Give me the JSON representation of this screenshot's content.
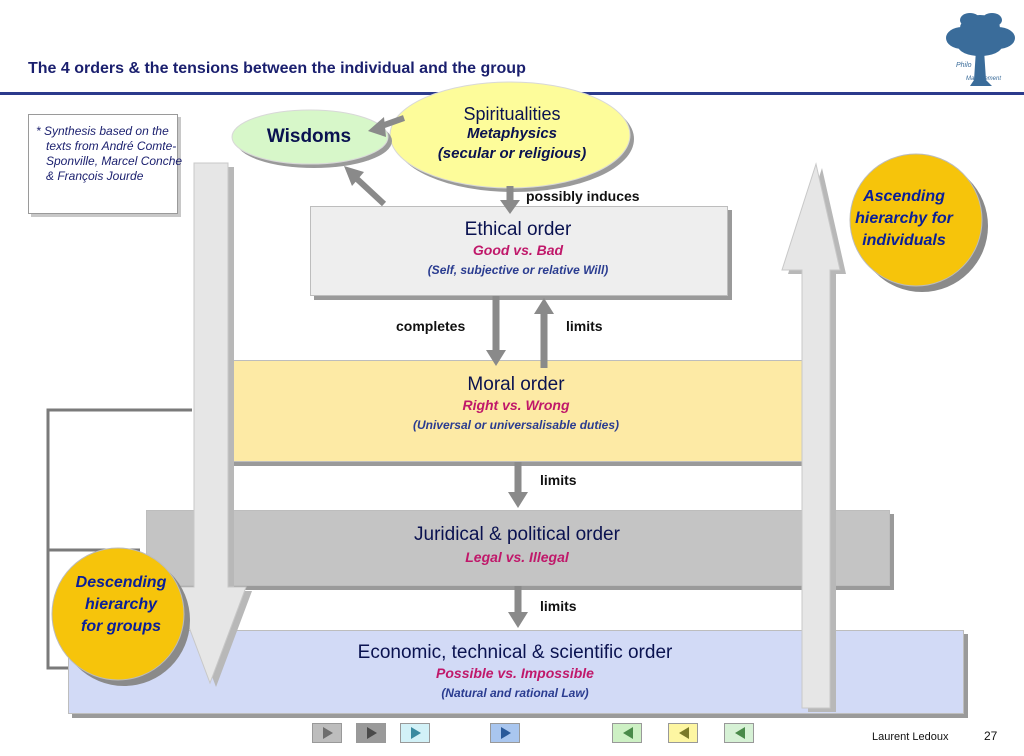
{
  "title": "The 4 orders & the tensions between the individual and the group",
  "footnote": "* Synthesis based on the texts from André Comte-Sponville, Marcel Conche & François Jourde",
  "logo": {
    "text_line1": "Philo",
    "text_line2": "Management",
    "color": "#3a6c9a"
  },
  "spiritualities": {
    "title": "Spiritualities",
    "line2": "Metaphysics",
    "line3": "(secular or religious)",
    "fill": "#fdfc9a"
  },
  "wisdoms": {
    "title": "Wisdoms",
    "fill": "#d7f7c9"
  },
  "connectors": {
    "possibly_induces": "possibly induces",
    "completes": "completes",
    "limits_ethical": "limits",
    "limits_moral": "limits",
    "limits_juridical": "limits"
  },
  "orders": {
    "ethical": {
      "title": "Ethical order",
      "subtitle": "Good vs. Bad",
      "detail": "(Self, subjective or relative Will)"
    },
    "moral": {
      "title": "Moral order",
      "subtitle": "Right vs. Wrong",
      "detail": "(Universal or universalisable duties)"
    },
    "juridical": {
      "title": "Juridical & political order",
      "subtitle": "Legal vs. Illegal"
    },
    "economic": {
      "title": "Economic, technical & scientific order",
      "subtitle": "Possible vs. Impossible",
      "detail": "(Natural and rational Law)"
    }
  },
  "ascending": {
    "line1": "Ascending",
    "line2": "hierarchy for",
    "line3": "individuals",
    "fill": "#f6c40b"
  },
  "descending": {
    "line1": "Descending",
    "line2": "hierarchy",
    "line3": "for groups",
    "fill": "#f6c40b"
  },
  "navigation": [
    {
      "icon": "play-right-icon",
      "fill": "#bdbdbd"
    },
    {
      "icon": "play-right-icon",
      "fill": "#9a9a9a"
    },
    {
      "icon": "play-right-icon",
      "fill": "#d2f1f7"
    },
    {
      "icon": "play-right-icon",
      "fill": "#a9c6ef"
    },
    {
      "icon": "play-left-icon",
      "fill": "#cdf0c4"
    },
    {
      "icon": "play-left-icon",
      "fill": "#fdf6a2"
    },
    {
      "icon": "play-left-icon",
      "fill": "#d6f1d5"
    }
  ],
  "footer": {
    "author": "Laurent Ledoux",
    "page": "27"
  }
}
